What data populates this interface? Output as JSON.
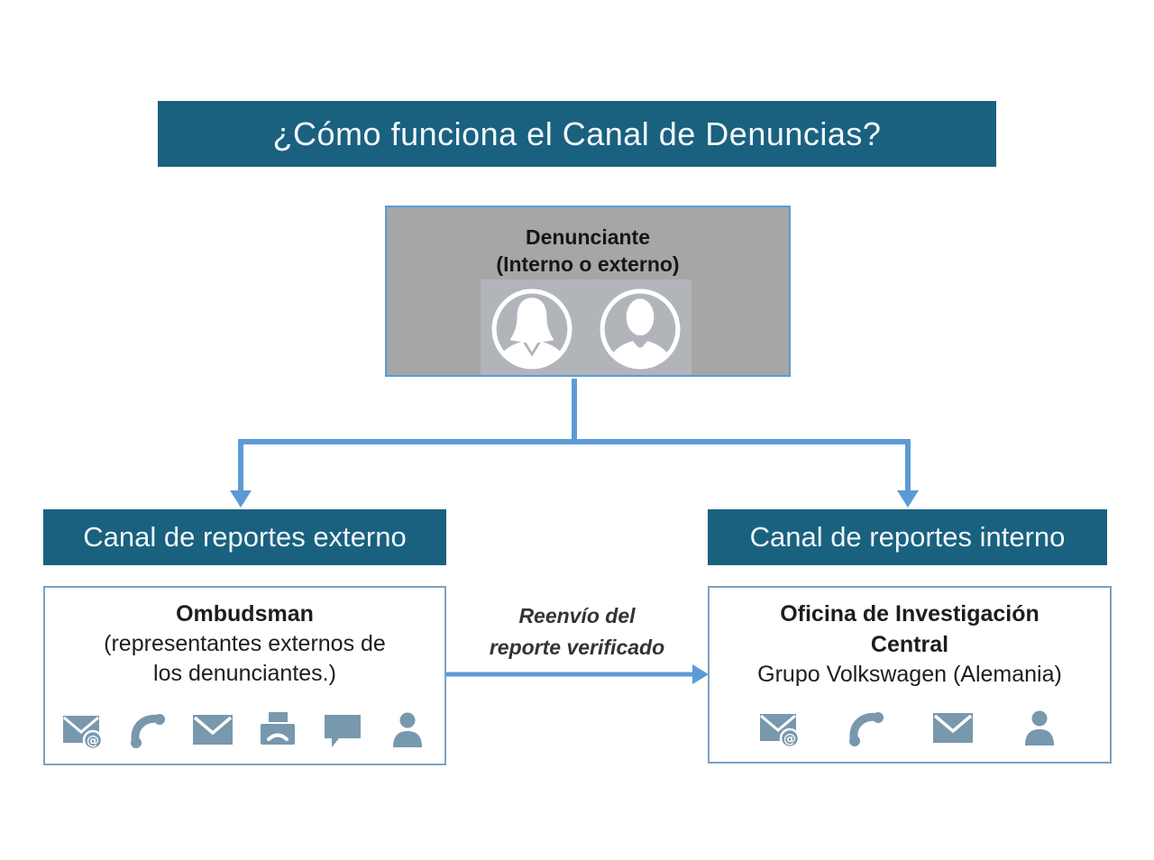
{
  "title": "¿Cómo funciona el Canal de Denuncias?",
  "denunciante": {
    "title": "Denunciante",
    "subtitle": "(Interno o externo)",
    "icons": [
      "female-avatar-icon",
      "male-avatar-icon"
    ]
  },
  "left_channel": {
    "header": "Canal de reportes externo",
    "box_title": "Ombudsman",
    "line1": "(representantes externos de",
    "line2": "los denunciantes.)",
    "icons": [
      "email-at-icon",
      "phone-icon",
      "envelope-icon",
      "fax-icon",
      "chat-icon",
      "person-icon"
    ]
  },
  "right_channel": {
    "header": "Canal de reportes interno",
    "title_line1": "Oficina de Investigación",
    "title_line2": "Central",
    "subtitle": "Grupo Volkswagen (Alemania)",
    "icons": [
      "email-at-icon",
      "phone-icon",
      "envelope-icon",
      "person-icon"
    ]
  },
  "transfer": {
    "line1": "Reenvío del",
    "line2": "reporte verificado"
  },
  "colors": {
    "teal_header": "#1a617f",
    "arrow_blue": "#5b9bd5",
    "gray_box_bg": "#a6a6a6",
    "avatar_patch_bg": "#b1b5ba",
    "box_border_blue": "#7ca2c0",
    "icon_steel_blue": "#7898ad",
    "title_text": "#f2f8fb",
    "body_text": "#1d1d1d"
  }
}
